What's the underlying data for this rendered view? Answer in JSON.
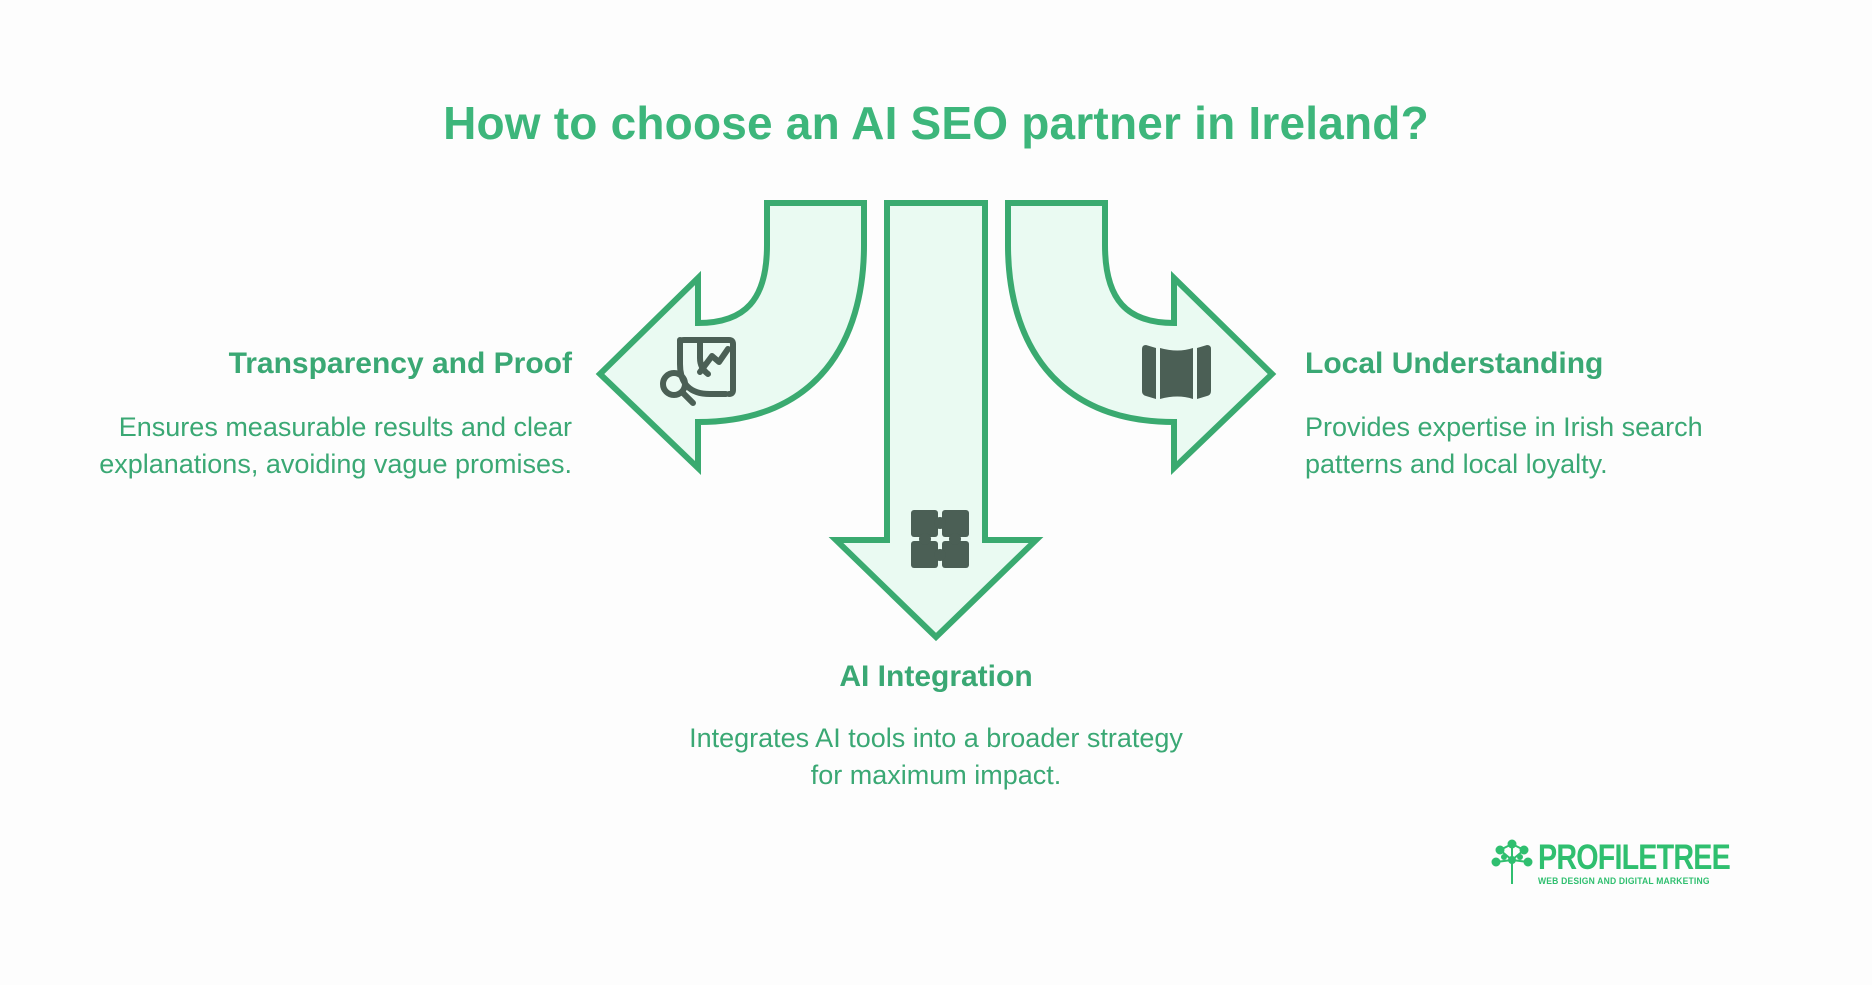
{
  "title": "How to choose an AI SEO partner in Ireland?",
  "colors": {
    "accent": "#3db67b",
    "arrow_fill": "#eafaf2",
    "arrow_stroke": "#3aaa70",
    "icon": "#4b5f55"
  },
  "branches": {
    "left": {
      "heading": "Transparency and Proof",
      "description": "Ensures measurable results and clear explanations, avoiding vague promises.",
      "icon": "chart-search-icon"
    },
    "center": {
      "heading": "AI Integration",
      "description": "Integrates AI tools into a broader strategy for maximum impact.",
      "icon": "puzzle-icon"
    },
    "right": {
      "heading": "Local Understanding",
      "description": "Provides expertise in Irish search patterns and local loyalty.",
      "icon": "map-icon"
    }
  },
  "logo": {
    "name": "PROFILETREE",
    "tagline": "WEB DESIGN AND DIGITAL MARKETING"
  }
}
